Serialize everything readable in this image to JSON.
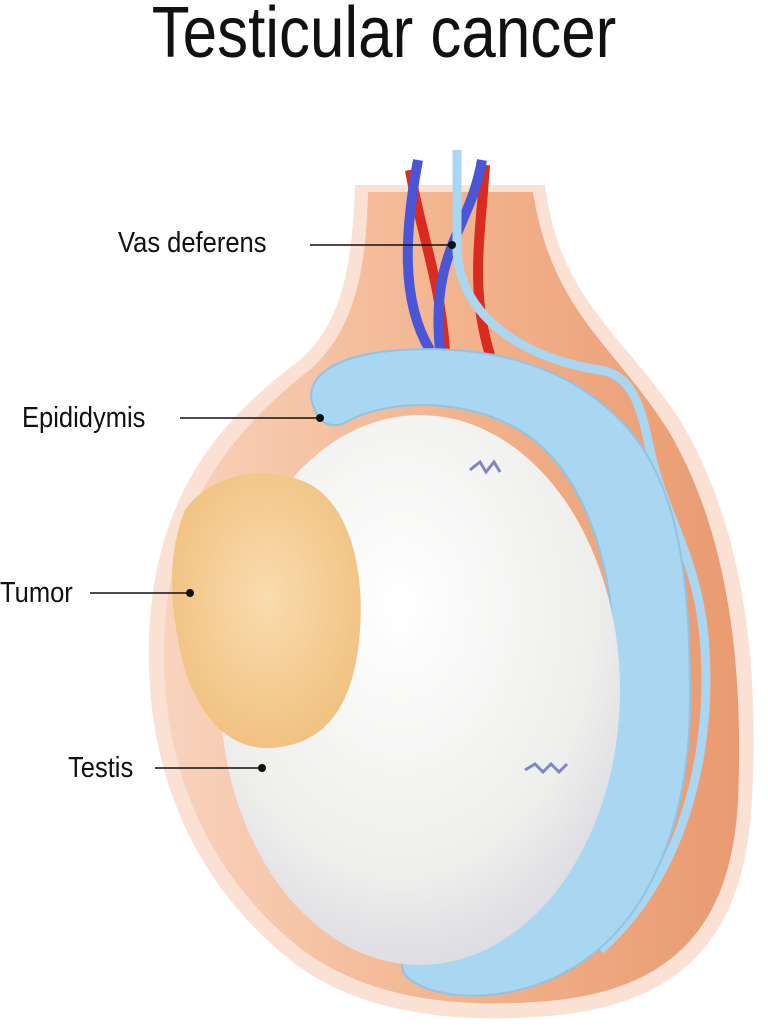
{
  "title": "Testicular cancer",
  "labels": {
    "vas_deferens": "Vas deferens",
    "epididymis": "Epididymis",
    "tumor": "Tumor",
    "testis": "Testis"
  },
  "colors": {
    "scrotum": "#f2b48e",
    "testis": "#f2f2f0",
    "epididymis": "#a9d6f0",
    "tumor": "#f5c98a",
    "artery": "#d92b1f",
    "vein": "#4a56d6"
  }
}
